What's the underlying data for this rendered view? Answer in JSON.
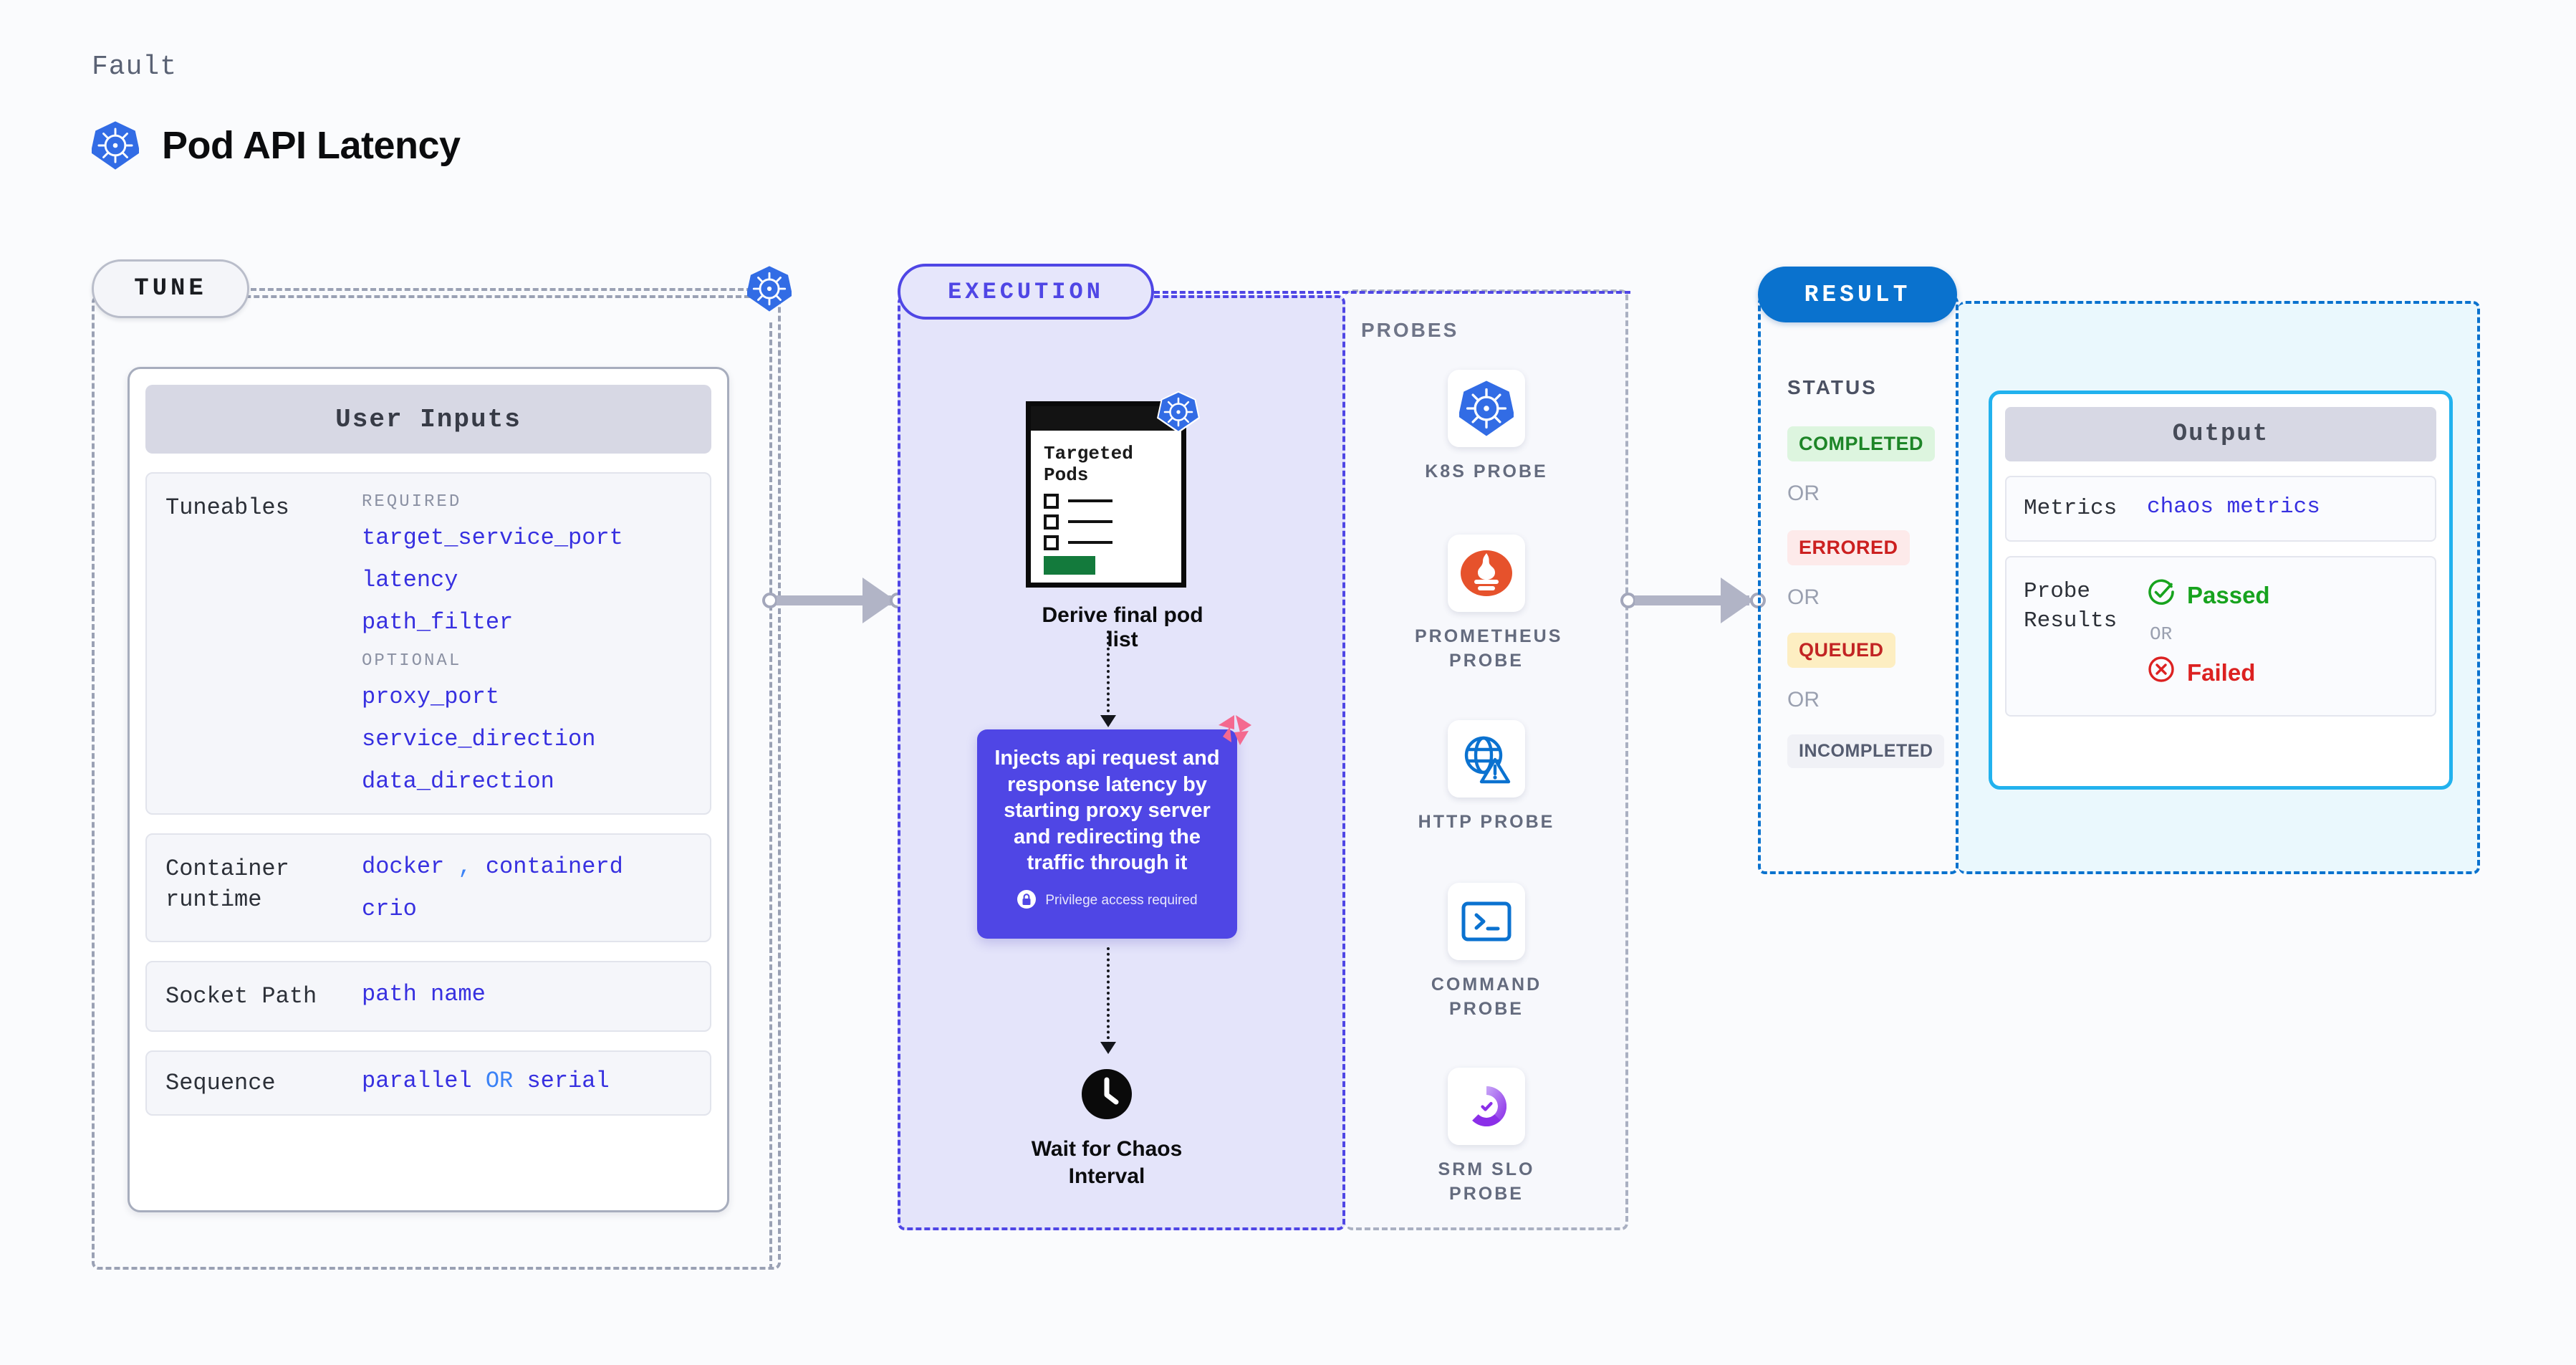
{
  "header": {
    "eyebrow": "Fault",
    "title": "Pod API Latency",
    "icon": "kubernetes-icon"
  },
  "tune": {
    "pill_label": "TUNE",
    "node_icon": "kubernetes-icon",
    "card_title": "User Inputs",
    "rows": [
      {
        "label": "Tuneables",
        "groups": [
          {
            "title": "REQUIRED",
            "values": [
              "target_service_port",
              "latency",
              "path_filter"
            ]
          },
          {
            "title": "OPTIONAL",
            "values": [
              "proxy_port",
              "service_direction",
              "data_direction"
            ]
          }
        ]
      },
      {
        "label": "Container runtime",
        "values": [
          "docker",
          "containerd",
          "crio"
        ],
        "separator": ","
      },
      {
        "label": "Socket Path",
        "values": [
          "path name"
        ]
      },
      {
        "label": "Sequence",
        "values": [
          "parallel",
          "serial"
        ],
        "separator": "OR"
      }
    ]
  },
  "execution": {
    "pill_label": "EXECUTION",
    "pods_node": {
      "card_title": "Targeted Pods",
      "badge_icon": "kubernetes-icon",
      "caption": "Derive final pod list"
    },
    "inject_node": {
      "text": "Injects api request and response latency by starting proxy server and redirecting the traffic through it",
      "privilege_label": "Privilege access required",
      "privilege_icon": "lock-icon",
      "corner_icon": "litmus-chaos-icon",
      "color": "#4f46e5"
    },
    "wait_node": {
      "icon": "clock-icon",
      "caption": "Wait for Chaos Interval"
    }
  },
  "probes": {
    "title": "PROBES",
    "items": [
      {
        "label": "K8S PROBE",
        "icon": "kubernetes-icon"
      },
      {
        "label": "PROMETHEUS PROBE",
        "icon": "prometheus-icon"
      },
      {
        "label": "HTTP PROBE",
        "icon": "globe-warning-icon"
      },
      {
        "label": "COMMAND PROBE",
        "icon": "terminal-icon"
      },
      {
        "label": "SRM SLO PROBE",
        "icon": "srm-slo-icon"
      }
    ]
  },
  "result": {
    "pill_label": "RESULT",
    "status_title": "STATUS",
    "or_label": "OR",
    "statuses": [
      {
        "label": "COMPLETED",
        "fg": "#1d8527",
        "bg": "#ddf5df"
      },
      {
        "label": "ERRORED",
        "fg": "#cc2020",
        "bg": "#fdeaea"
      },
      {
        "label": "QUEUED",
        "fg": "#c22424",
        "bg": "#fdeec2"
      },
      {
        "label": "INCOMPLETED",
        "fg": "#555c70",
        "bg": "#f0f1f6"
      }
    ]
  },
  "output": {
    "card_title": "Output",
    "metrics_label": "Metrics",
    "metrics_value": "chaos metrics",
    "probe_results_label": "Probe Results",
    "passed_label": "Passed",
    "failed_label": "Failed",
    "or_label": "OR",
    "passed_icon": "check-circle-icon",
    "failed_icon": "x-circle-icon"
  }
}
